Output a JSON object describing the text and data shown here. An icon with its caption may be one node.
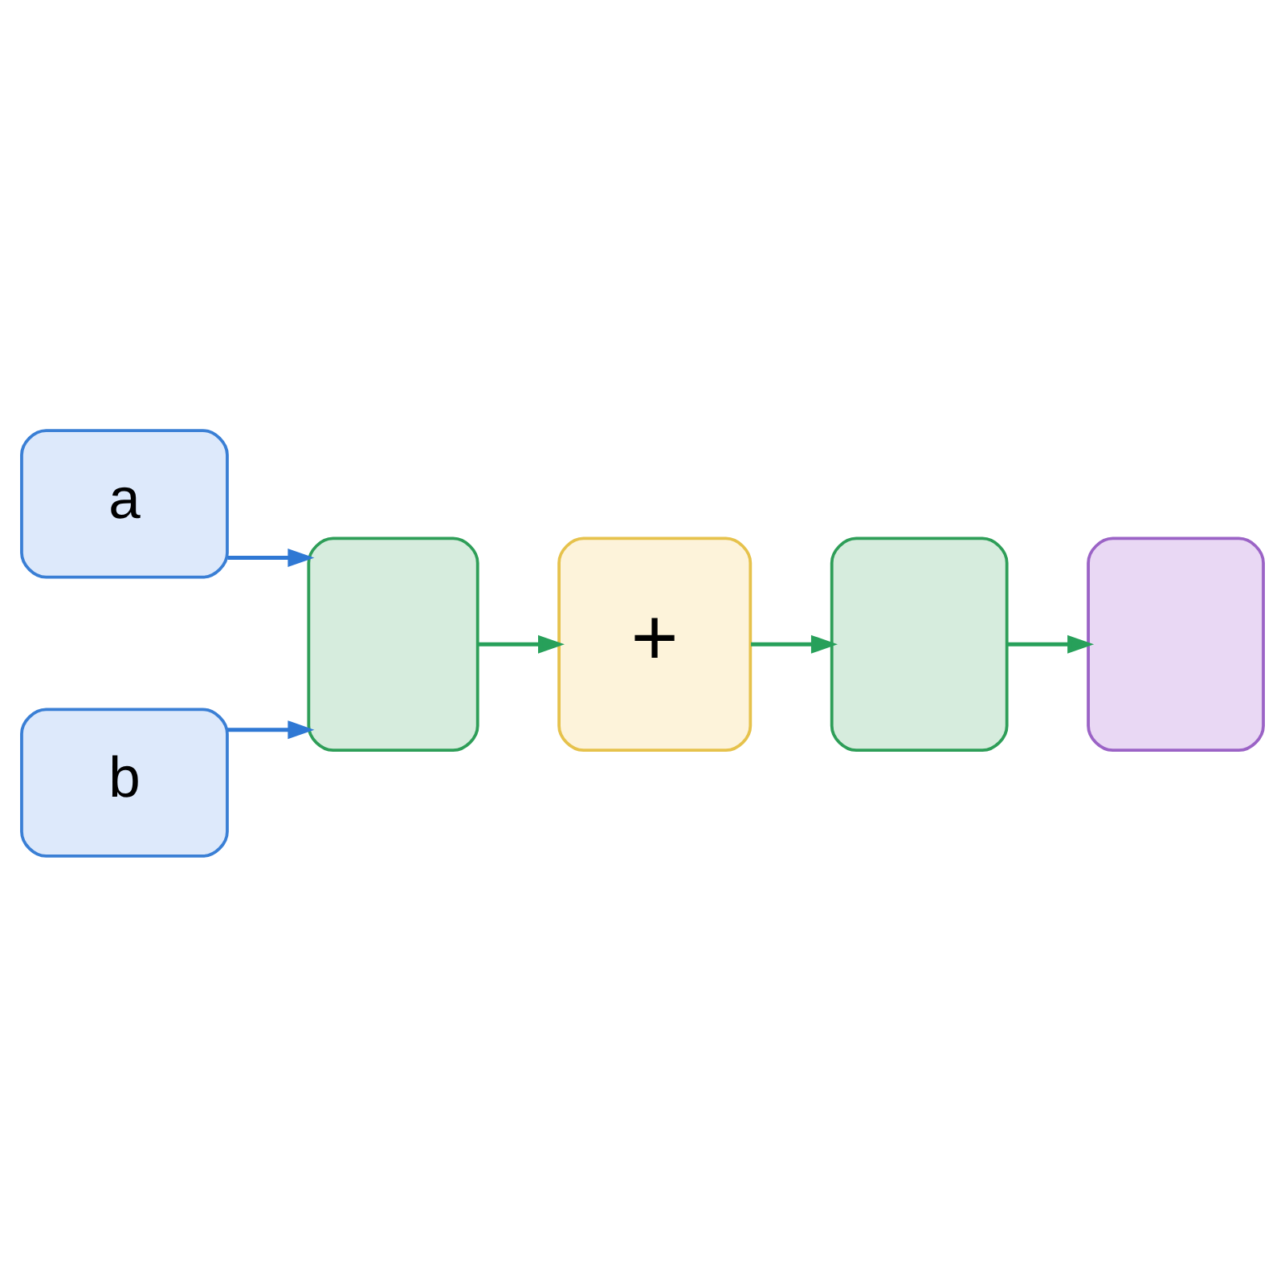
{
  "diagram": {
    "nodes": [
      {
        "text": [
          "a"
        ]
      },
      {
        "text": [
          "b"
        ]
      },
      {
        "text": [],
        "shape": "box"
      },
      {
        "text": [
          "+"
        ]
      },
      {
        "text": [],
        "shape": "box"
      },
      {
        "text": [],
        "shape": "box"
      }
    ],
    "edges": [
      {
        "from": 0,
        "to": 2,
        "arrow": "to",
        "color": "#2f78d4"
      },
      {
        "from": 1,
        "to": 2,
        "arrow": "to",
        "color": "#2f78d4"
      },
      {
        "from": 2,
        "to": 3,
        "arrow": "to"
      },
      {
        "from": 3,
        "to": 4,
        "arrow": "to"
      },
      {
        "from": 4,
        "to": 5,
        "arrow": "to"
      }
    ]
  }
}
